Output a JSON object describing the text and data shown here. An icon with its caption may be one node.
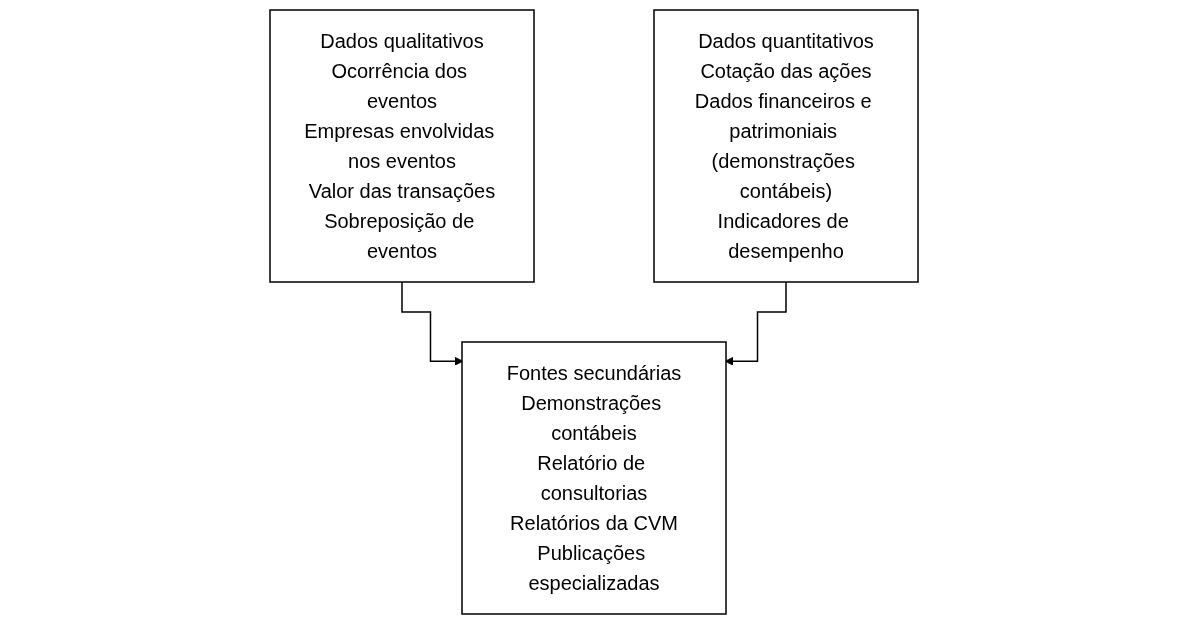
{
  "diagram": {
    "nodes": [
      {
        "text": [
          "Dados qualitativos",
          "Ocorrência dos eventos",
          "Empresas envolvidas nos eventos",
          "Valor das transações",
          "Sobreposição de eventos"
        ]
      },
      {
        "text": [
          "Dados quantitativos",
          "Cotação das ações",
          "Dados financeiros e patrimoniais (demonstrações contábeis)",
          "Indicadores de desempenho"
        ]
      },
      {
        "text": [
          "Fontes secundárias",
          "Demonstrações contábeis",
          "Relatório de consultorias",
          "Relatórios da CVM",
          "Publicações especializadas"
        ]
      }
    ],
    "edges": [
      {
        "from": 0,
        "to": 2,
        "arrow": "to"
      },
      {
        "from": 1,
        "to": 2,
        "arrow": "to"
      }
    ]
  }
}
